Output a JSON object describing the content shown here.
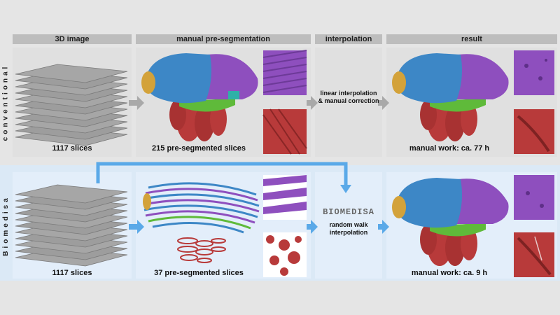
{
  "headers": {
    "col1": "3D image",
    "col2": "manual pre-segmentation",
    "col3": "interpolation",
    "col4": "result"
  },
  "rows": {
    "conventional": {
      "label": "conventional",
      "slices_caption": "1117 slices",
      "preseg_caption": "215 pre-segmented slices",
      "method_line1": "linear interpolation",
      "method_line2": "& manual correction",
      "result_caption": "manual work: ca. 77 h"
    },
    "biomedisa": {
      "label": "Biomedisa",
      "slices_caption": "1117 slices",
      "preseg_caption": "37 pre-segmented slices",
      "logo_text": "BIOMEDISA",
      "method_line1": "random walk",
      "method_line2": "interpolation",
      "result_caption": "manual work: ca. 9 h"
    }
  },
  "colors": {
    "background": "#e5e5e5",
    "header_bar": "#bdbdbd",
    "conventional_panel": "#e0e0e0",
    "biomedisa_band": "#dbe9f6",
    "biomedisa_panel": "#e3eefa",
    "arrow_gray": "#a9a9a9",
    "arrow_blue": "#5aa9e8",
    "seg_blue": "#3d87c6",
    "seg_purple": "#8e4fbe",
    "seg_green": "#5fba3a",
    "seg_red": "#b83a3a",
    "seg_yellow": "#d3a23a",
    "seg_teal": "#2fb0a8"
  }
}
